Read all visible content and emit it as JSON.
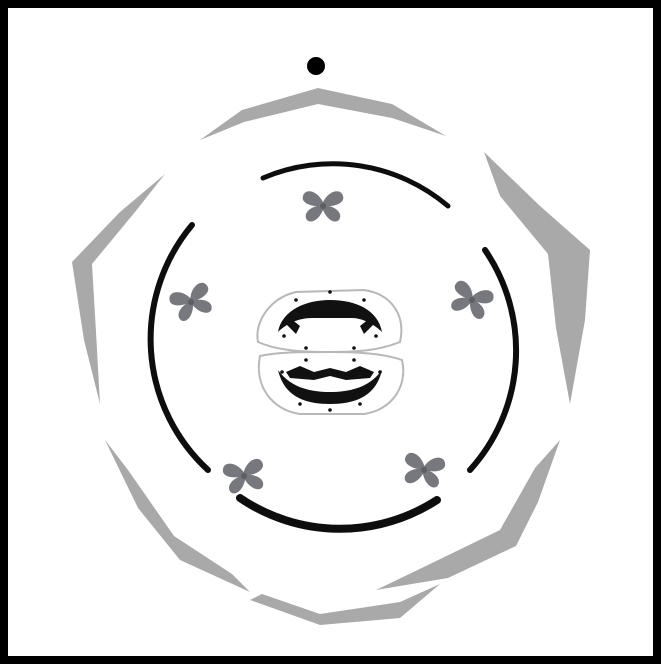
{
  "diagram": {
    "title": "",
    "background_color": "#ffffff",
    "frame_color": "#000000",
    "outer_band_color": "#a9a9a9",
    "inner_ring_color": "#0d0d0d",
    "petal_color": "#77787e",
    "center_motif_color": "#111111",
    "center_motif_outline_color": "#b8b8b8",
    "marker_color": "#000000",
    "petal_count": 5,
    "center_motif_count": 2,
    "elements": [
      {
        "name": "outer-gray-band-segments",
        "kind": "shape"
      },
      {
        "name": "inner-black-ring",
        "kind": "shape"
      },
      {
        "name": "gray-petal-motifs",
        "kind": "shape"
      },
      {
        "name": "center-double-motif",
        "kind": "shape"
      },
      {
        "name": "top-black-dot",
        "kind": "marker"
      }
    ]
  }
}
